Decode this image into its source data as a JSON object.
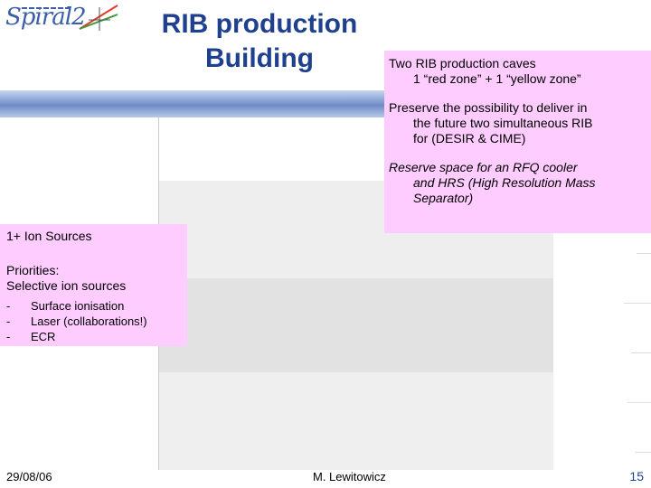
{
  "logo": {
    "text": "Spiral2"
  },
  "title": {
    "line1": "RIB production",
    "line2": "Building"
  },
  "right_box": {
    "item1_line1": "Two RIB production caves",
    "item1_line2": "1 “red zone” + 1 “yellow zone”",
    "item2_line1": "Preserve the possibility to deliver in",
    "item2_line2": "the future two simultaneous RIB",
    "item2_line3": "for (DESIR & CIME)",
    "item3_line1": "Reserve space for an RFQ cooler",
    "item3_line2": "and HRS (High Resolution Mass",
    "item3_line3": "Separator)"
  },
  "left_box": {
    "heading": "1+ Ion Sources",
    "priorities_line1": "Priorities:",
    "priorities_line2": "Selective ion sources",
    "sources": [
      "Surface ionisation",
      "Laser (collaborations!)",
      "ECR"
    ]
  },
  "footer": {
    "date": "29/08/06",
    "author": "M. Lewitowicz",
    "page": "15"
  },
  "colors": {
    "title": "#1f3f8f",
    "highlight_box": "#ffccff",
    "bar": "#7f99cc"
  }
}
